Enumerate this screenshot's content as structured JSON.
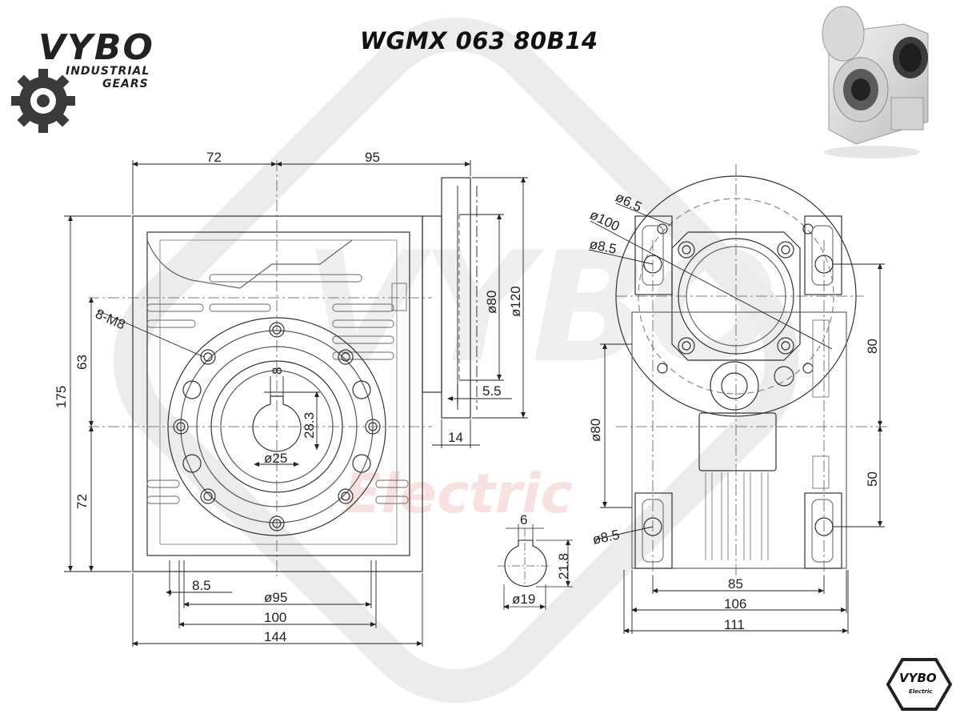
{
  "title": "WGMX 063 80B14",
  "logo": {
    "brand": "VYBO",
    "line1": "INDUSTRIAL",
    "line2": "GEARS",
    "icon": "gear-icon"
  },
  "badge": {
    "brand": "VYBO",
    "sub": "Electric"
  },
  "watermark": {
    "word1": "VYBO",
    "word2": "Electric"
  },
  "front_view": {
    "dims": {
      "top_left": "72",
      "top_right": "95",
      "left_total": "175",
      "left_upper": "63",
      "left_lower": "72",
      "holes": "8-M8",
      "bore": "ø25",
      "keyway_height": "28.3",
      "key_width": "8",
      "bottom_offset": "8.5",
      "bottom_d95": "ø95",
      "bottom_100": "100",
      "bottom_144": "144"
    }
  },
  "flange_side": {
    "dims": {
      "d80": "ø80",
      "d120": "ø120",
      "depth_5_5": "5.5",
      "depth_14": "14"
    }
  },
  "shaft_detail": {
    "dims": {
      "key": "6",
      "height": "21.8",
      "diameter": "ø19"
    }
  },
  "side_view": {
    "dims": {
      "d6_5": "ø6.5",
      "d100": "ø100",
      "d8_5_top": "ø8.5",
      "d8_5_bottom": "ø8.5",
      "d80": "ø80",
      "right_80": "80",
      "right_50": "50",
      "bottom_85": "85",
      "bottom_106": "106",
      "bottom_111": "111"
    }
  }
}
